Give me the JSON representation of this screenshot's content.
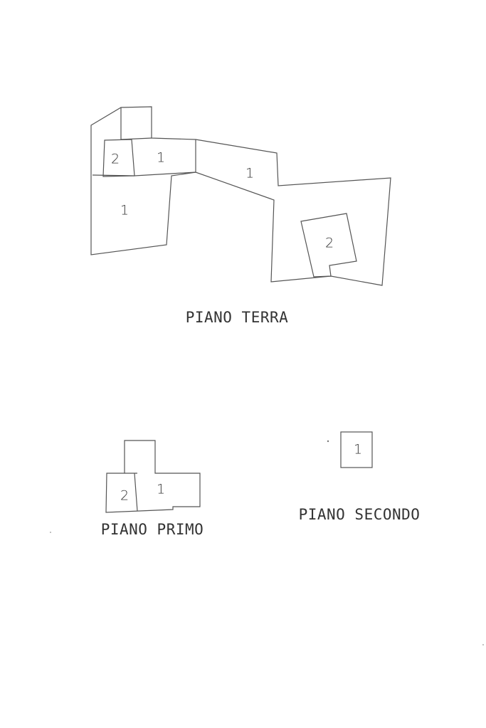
{
  "floors": [
    {
      "title": "PIANO TERRA",
      "units": [
        "2",
        "1",
        "1",
        "1",
        "2"
      ]
    },
    {
      "title": "PIANO PRIMO",
      "units": [
        "2",
        "1"
      ]
    },
    {
      "title": "PIANO SECONDO",
      "units": [
        "1"
      ]
    }
  ]
}
